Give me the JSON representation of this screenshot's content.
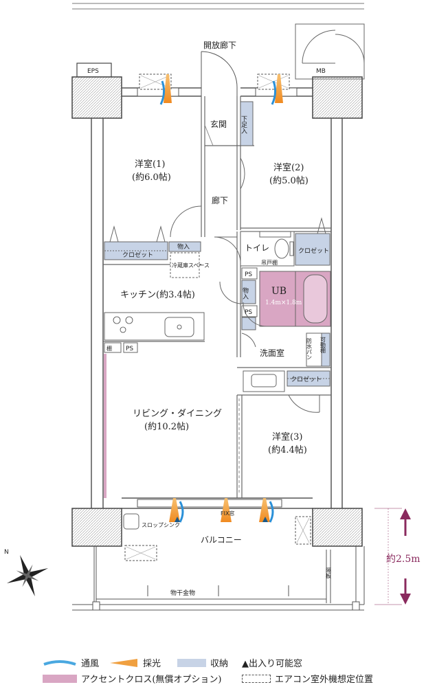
{
  "plan": {
    "corridor": "開放廊下",
    "eps": "EPS",
    "mb": "MB",
    "entrance": "玄関",
    "shoe_storage": "下足入",
    "hallway": "廊下",
    "room1": "洋室(1)",
    "room1_size": "(約6.0帖)",
    "room2": "洋室(2)",
    "room2_size": "(約5.0帖)",
    "room3": "洋室(3)",
    "room3_size": "(約4.4帖)",
    "closet": "クロゼット",
    "storage": "物入",
    "toilet": "トイレ",
    "hanging_shelf": "吊戸棚",
    "fridge_space": "冷蔵庫スペース",
    "kitchen": "キッチン(約3.4帖)",
    "ps": "PS",
    "ub": "UB",
    "ub_size": "1.4m×1.8m",
    "washroom": "洗面室",
    "movable_shelf": "可動棚",
    "waterproof_pan": "防水パン",
    "shelf": "棚",
    "living": "リビング・ダイニング",
    "living_size": "(約10.2帖)",
    "fix_window": "FIX窓",
    "slop_sink": "スロップシンク",
    "balcony": "バルコニー",
    "partition": "隔板",
    "laundry_rail": "物干金物",
    "balcony_depth": "約2.5m",
    "north": "N"
  },
  "legend": {
    "ventilation": "通風",
    "daylight": "採光",
    "storage": "収納",
    "accessible_window": "▲出入り可能窓",
    "accent_cloth": "アクセントクロス(無償オプション)",
    "ac_outdoor": "エアコン室外機想定位置"
  },
  "colors": {
    "storage": "#c7d3e6",
    "accent": "#d9a6c3",
    "ub": "#d9a6c3",
    "ventilation": "#4aa8e0",
    "daylight": "#f0a040",
    "wall": "#555555",
    "arrow": "#8a2a5e"
  }
}
